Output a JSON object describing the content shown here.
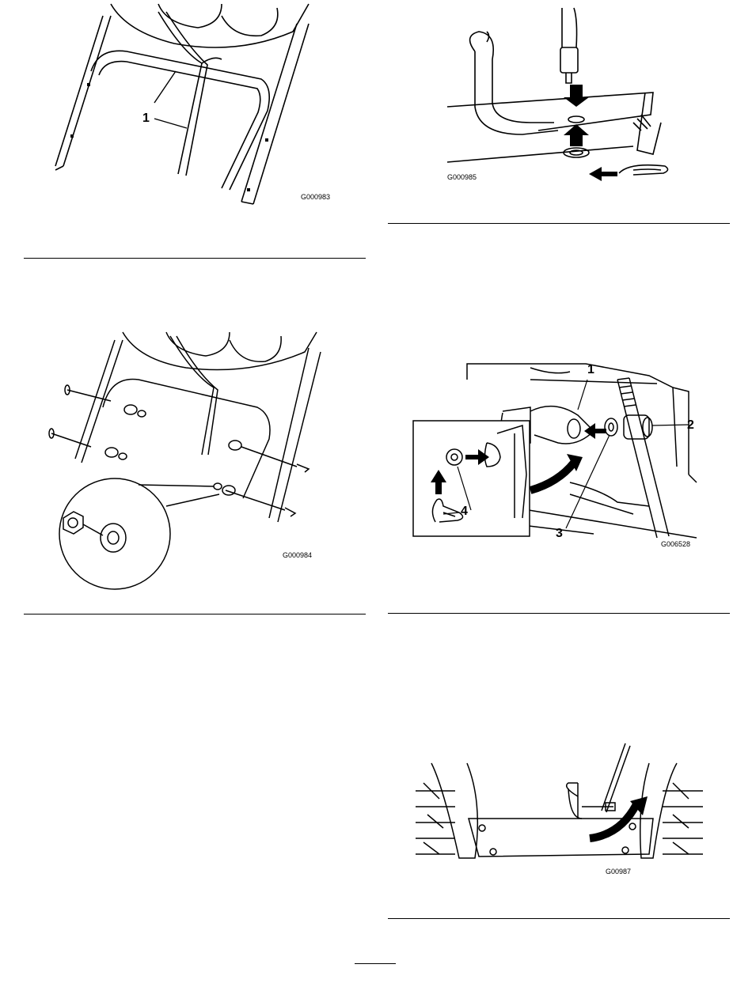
{
  "figures": [
    {
      "id": "G000983",
      "callouts": [
        "1"
      ]
    },
    {
      "id": "G000985",
      "callouts": []
    },
    {
      "id": "G000984",
      "callouts": []
    },
    {
      "id": "G006528",
      "callouts": [
        "1",
        "2",
        "3",
        "4"
      ]
    },
    {
      "id": "G00987",
      "callouts": []
    }
  ]
}
